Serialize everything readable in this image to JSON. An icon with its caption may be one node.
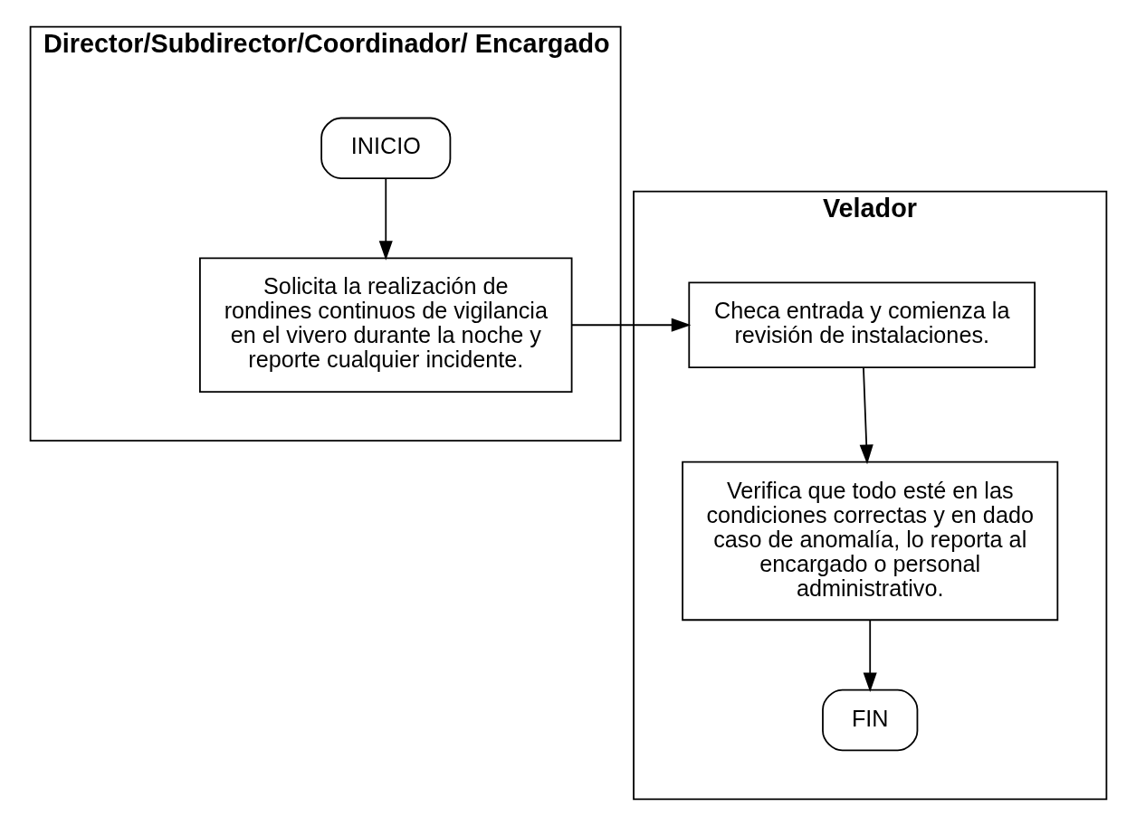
{
  "diagram": {
    "nodes": [
      {
        "text": [
          "Director/Subdirector/Coordinador/ Encargado"
        ]
      },
      {
        "text": [
          "Velador"
        ]
      },
      {
        "text": [
          "INICIO"
        ],
        "in": 0
      },
      {
        "text": [
          "Solicita la realización de rondines continuos de vigilancia en el vivero durante la noche y reporte cualquier incidente."
        ],
        "in": 0
      },
      {
        "text": [
          "Checa entrada y comienza la revisión de instalaciones."
        ],
        "in": 1
      },
      {
        "text": [
          "Verifica que todo esté en las condiciones correctas y en dado caso de anomalía, lo reporta al encargado o personal administrativo."
        ],
        "in": 1
      },
      {
        "text": [
          "FIN"
        ],
        "in": 1
      }
    ],
    "edges": [
      {
        "from": 2,
        "to": 3,
        "arrow": "to"
      },
      {
        "from": 3,
        "to": 4,
        "arrow": "to"
      },
      {
        "from": 4,
        "to": 5,
        "arrow": "to"
      },
      {
        "from": 5,
        "to": 6,
        "arrow": "to"
      }
    ]
  }
}
